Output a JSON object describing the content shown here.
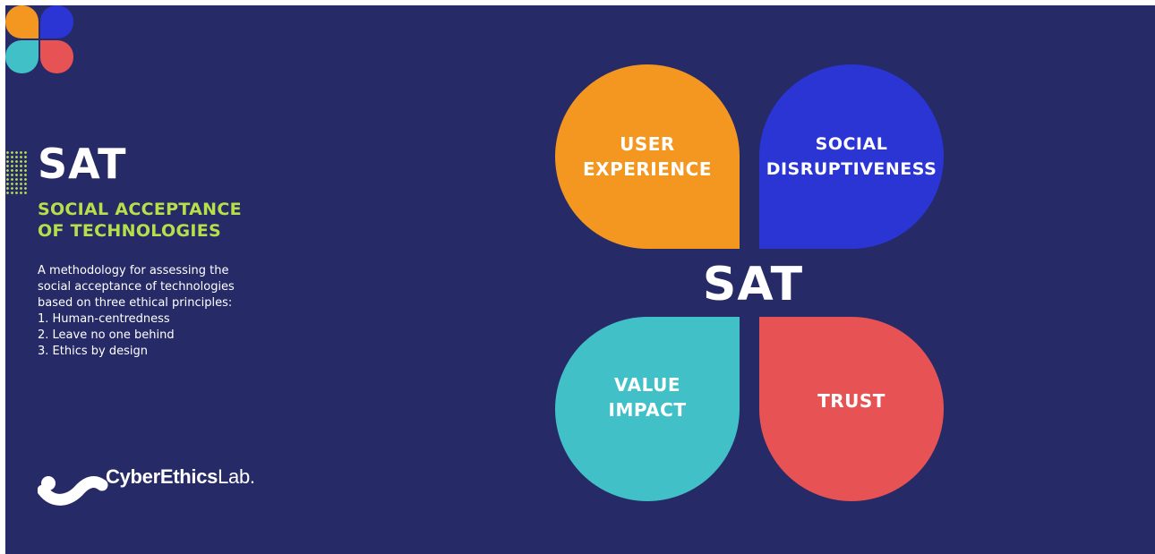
{
  "left_panel": {
    "title": "SAT",
    "subtitle_lines": [
      "SOCIAL ACCEPTANCE",
      "OF TECHNOLOGIES"
    ],
    "description_lines": [
      "A methodology for assessing the",
      "social acceptance of technologies",
      "based on three ethical principles:",
      "1. Human-centredness",
      "2. Leave no one behind",
      "3. Ethics by design"
    ],
    "brand": {
      "bold": "CyberEthics",
      "regular": "Lab."
    }
  },
  "diagram": {
    "center_label": "SAT",
    "leaves": [
      {
        "lines": [
          "USER",
          "EXPERIENCE"
        ],
        "color": "#f39720"
      },
      {
        "lines": [
          "SOCIAL",
          "DISRUPTIVENESS"
        ],
        "color": "#2a35d4"
      },
      {
        "lines": [
          "VALUE",
          "IMPACT"
        ],
        "color": "#41c1c7"
      },
      {
        "lines": [
          "TRUST"
        ],
        "color": "#e75354"
      }
    ]
  },
  "colors": {
    "background": "#262a67",
    "accent_green": "#b6e04a",
    "orange": "#f39720",
    "blue": "#2a35d4",
    "teal": "#41c1c7",
    "red": "#e75354"
  }
}
